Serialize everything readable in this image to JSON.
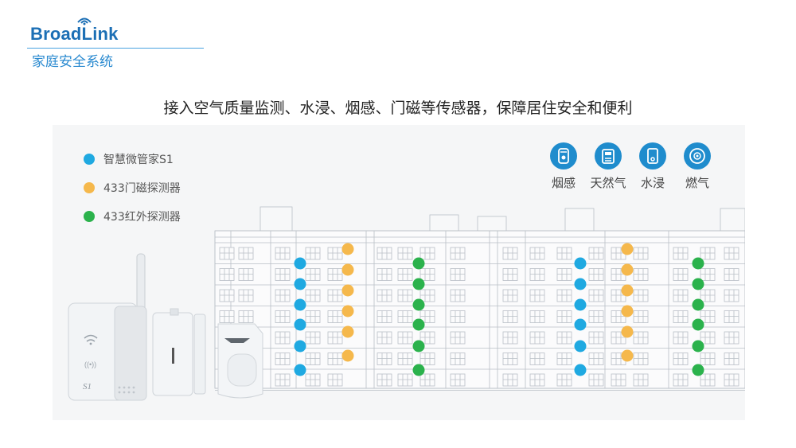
{
  "header": {
    "logo": "BroadLink",
    "subtitle": "家庭安全系统"
  },
  "title": "接入空气质量监测、水浸、烟感、门磁等传感器，保障居住安全和便利",
  "legend": [
    {
      "label": "智慧微管家S1",
      "color": "#1fa9e1"
    },
    {
      "label": "433门磁探测器",
      "color": "#f5b84c"
    },
    {
      "label": "433红外探测器",
      "color": "#2bb24c"
    }
  ],
  "sensors": [
    {
      "label": "烟感",
      "icon": "smoke-detector-icon"
    },
    {
      "label": "天然气",
      "icon": "gas-detector-icon"
    },
    {
      "label": "水浸",
      "icon": "water-sensor-icon"
    },
    {
      "label": "燃气",
      "icon": "gas-alarm-icon"
    }
  ],
  "device": {
    "label": "S1"
  },
  "colors": {
    "accent": "#1f8ccd",
    "blue": "#1fa9e1",
    "orange": "#f5b84c",
    "green": "#2bb24c"
  }
}
